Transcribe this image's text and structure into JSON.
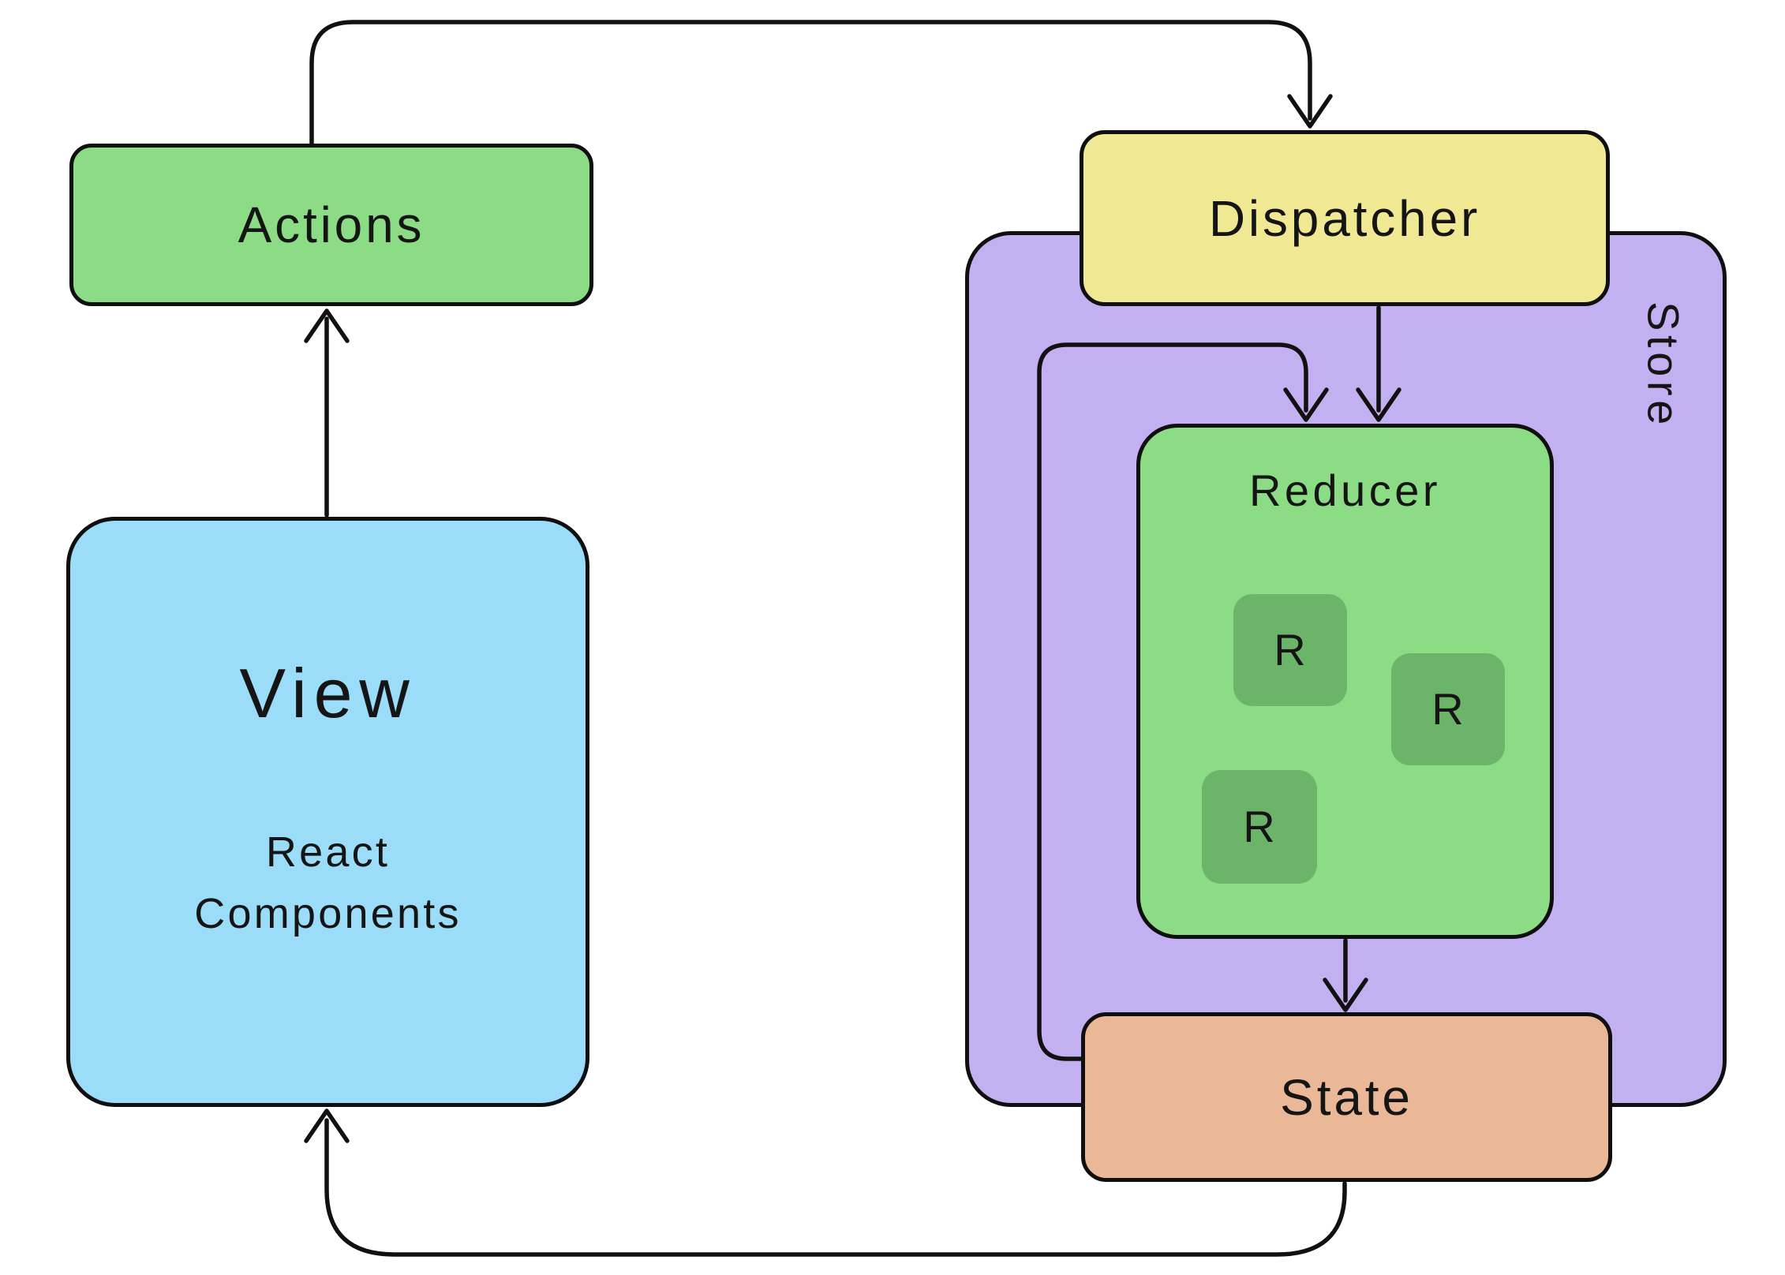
{
  "nodes": {
    "actions": {
      "label": "Actions",
      "fill": "#8bdc85"
    },
    "view": {
      "title": "View",
      "subtitle_lines": [
        "React",
        "Components"
      ],
      "fill": "#9bddf8"
    },
    "dispatcher": {
      "label": "Dispatcher",
      "fill": "#f1e893"
    },
    "store": {
      "label": "Store",
      "fill": "#c3b0f0"
    },
    "reducer": {
      "label": "Reducer",
      "fill": "#8bdc85",
      "chip_fill": "#6cb46a",
      "chips": [
        {
          "label": "R"
        },
        {
          "label": "R"
        },
        {
          "label": "R"
        }
      ]
    },
    "state": {
      "label": "State",
      "fill": "#eab897"
    }
  },
  "edges": [
    {
      "from": "view",
      "to": "actions"
    },
    {
      "from": "actions",
      "to": "dispatcher"
    },
    {
      "from": "dispatcher",
      "to": "reducer"
    },
    {
      "from": "state",
      "to": "reducer"
    },
    {
      "from": "reducer",
      "to": "state"
    },
    {
      "from": "state",
      "to": "view"
    }
  ],
  "line_color": "#111111",
  "background": "#ffffff"
}
